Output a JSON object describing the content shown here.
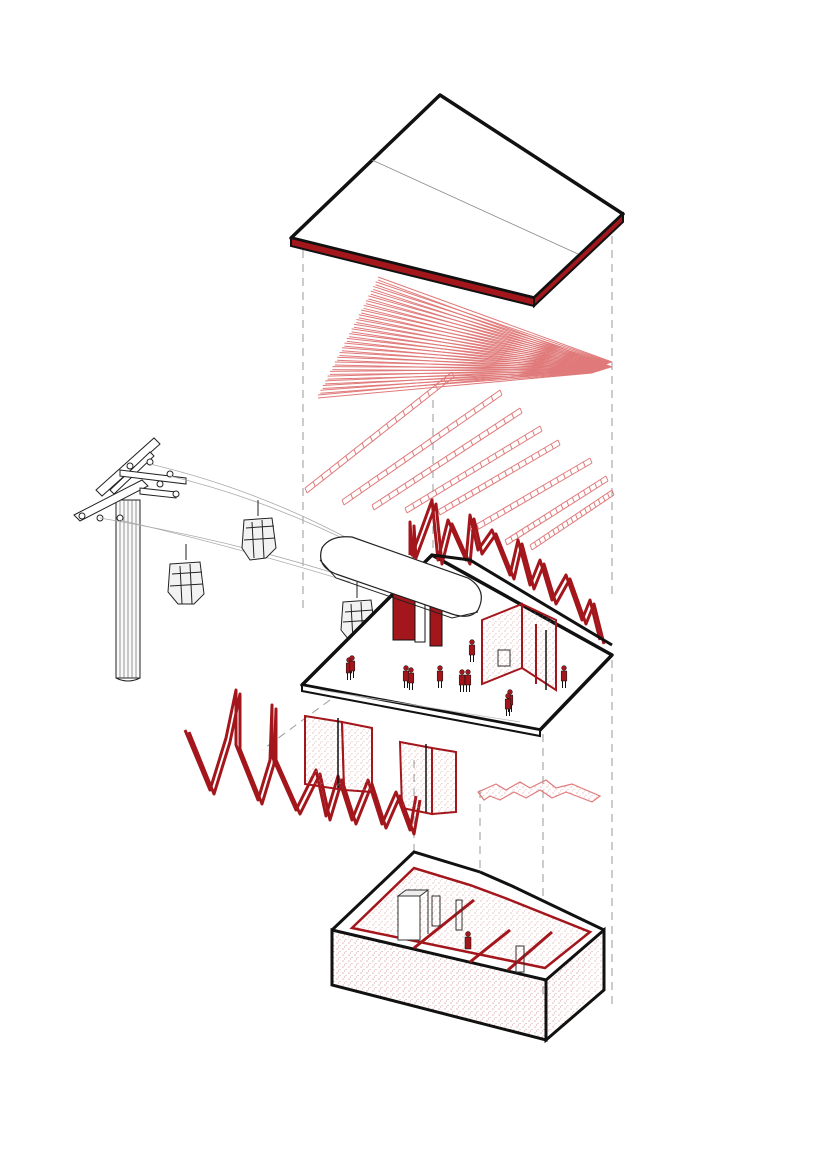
{
  "diagram": {
    "type": "exploded-axonometric",
    "layers": [
      "roof-slab",
      "roof-battens",
      "zigzag-frames",
      "platform-deck",
      "wall-panels",
      "step-ramp",
      "base-volume"
    ],
    "elements": [
      "cable-car-pylon",
      "gondola-cabins",
      "station-canopy",
      "people-figures"
    ]
  },
  "colors": {
    "line": "#111111",
    "accent": "#a3161c",
    "accent_light": "#e07a7a",
    "guide": "#9a9a9a",
    "hatch": "#c9a0a0",
    "paper": "#ffffff"
  }
}
